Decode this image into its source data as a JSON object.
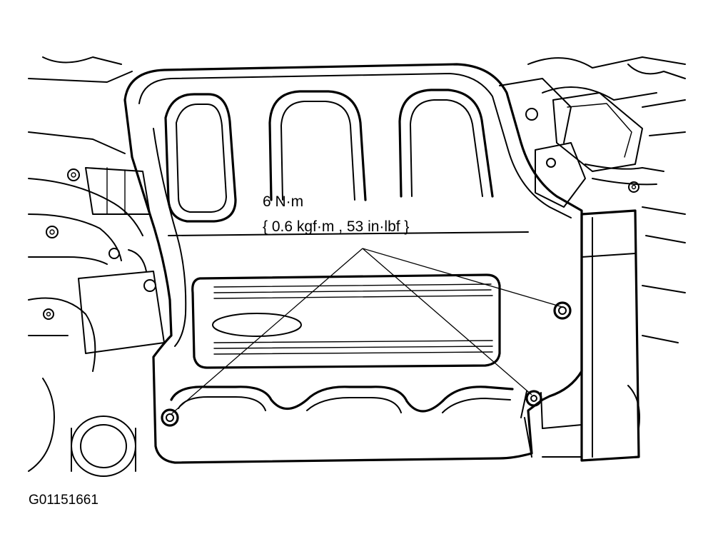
{
  "torque_callout": {
    "line1": "6 N·m",
    "line2": "{ 0.6 kgf·m , 53 in·lbf }"
  },
  "figure_id": "G01151661",
  "colors": {
    "ink": "#000000",
    "background": "#ffffff"
  }
}
